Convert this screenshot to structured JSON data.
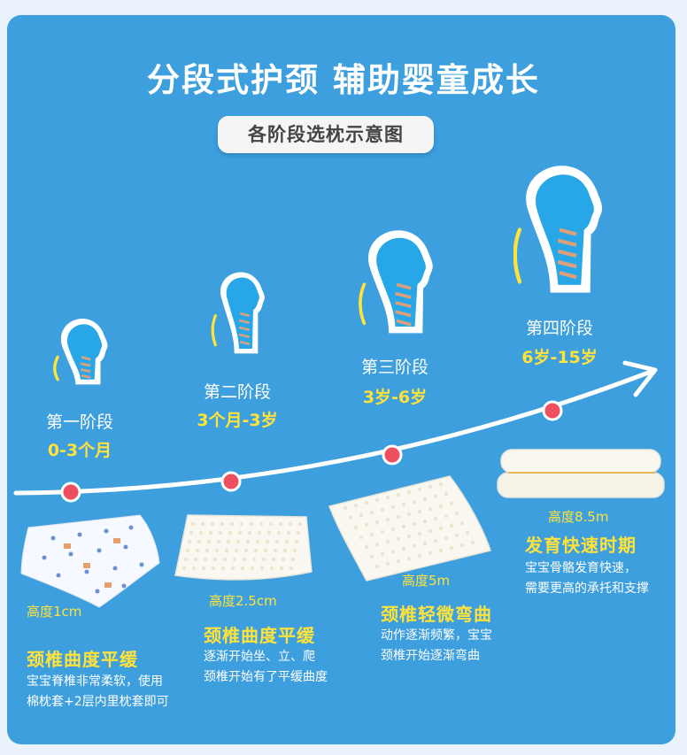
{
  "title": "分段式护颈 辅助婴童成长",
  "subtitle": "各阶段选枕示意图",
  "stages": [
    {
      "name": "第一阶段",
      "age": "0-3个月",
      "height": "高度1cm",
      "feature": "颈椎曲度平缓",
      "desc": [
        "宝宝脊椎非常柔软，使用",
        "棉枕套+2层内里枕套即可"
      ]
    },
    {
      "name": "第二阶段",
      "age": "3个月-3岁",
      "height": "高度2.5cm",
      "feature": "颈椎曲度平缓",
      "desc": [
        "逐渐开始坐、立、爬",
        "颈椎开始有了平缓曲度"
      ]
    },
    {
      "name": "第三阶段",
      "age": "3岁-6岁",
      "height": "高度5m",
      "feature": "颈椎轻微弯曲",
      "desc": [
        "动作逐渐频繁，宝宝",
        "颈椎开始逐渐弯曲"
      ]
    },
    {
      "name": "第四阶段",
      "age": "6岁-15岁",
      "height": "高度8.5m",
      "feature": "发育快速时期",
      "desc": [
        "宝宝骨骼发育快速，",
        "需要更高的承托和支撑"
      ]
    }
  ],
  "colors": {
    "background": "#3d9fde",
    "accent": "#ffe23a",
    "dot": "#ee4f5e"
  }
}
